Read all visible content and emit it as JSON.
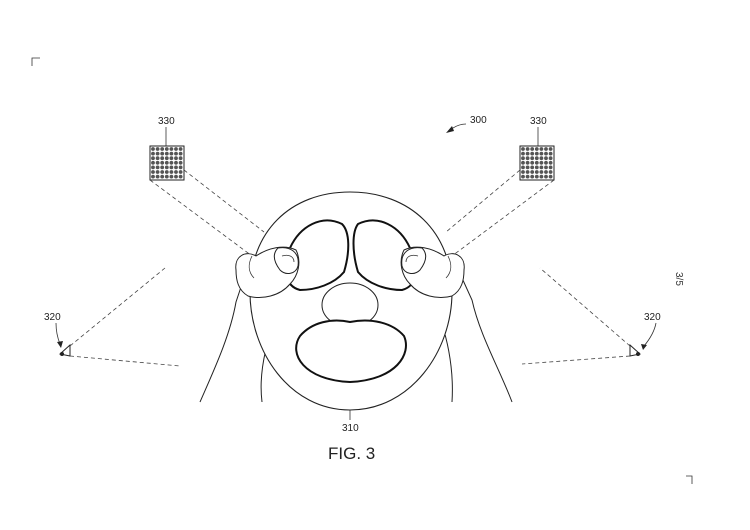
{
  "figure": {
    "caption": "FIG. 3",
    "sheet_number": "3/5"
  },
  "references": {
    "assembly": "300",
    "wheel": "310",
    "camera_left": "320",
    "camera_right": "320",
    "emitter_left": "330",
    "emitter_right": "330"
  }
}
